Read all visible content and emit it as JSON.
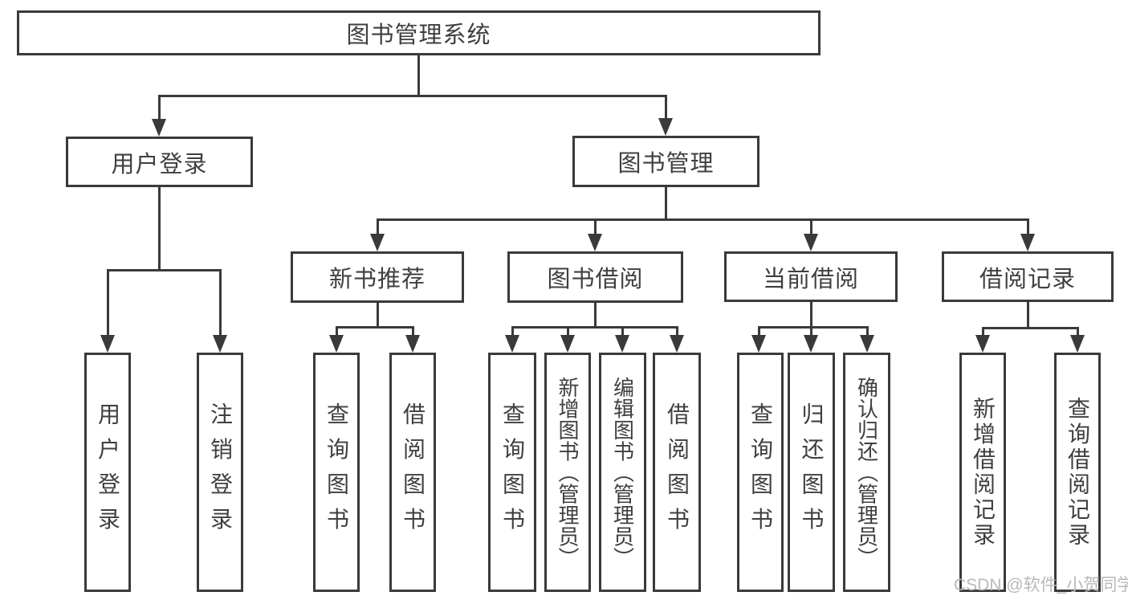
{
  "tree": {
    "label": "图书管理系统",
    "children": [
      {
        "label": "用户登录",
        "children": [
          {
            "label": "用户登录"
          },
          {
            "label": "注销登录"
          }
        ]
      },
      {
        "label": "图书管理",
        "children": [
          {
            "label": "新书推荐",
            "children": [
              {
                "label": "查询图书"
              },
              {
                "label": "借阅图书"
              }
            ]
          },
          {
            "label": "图书借阅",
            "children": [
              {
                "label": "查询图书"
              },
              {
                "label": "新增图书（管理员）"
              },
              {
                "label": "编辑图书（管理员）"
              },
              {
                "label": "借阅图书"
              }
            ]
          },
          {
            "label": "当前借阅",
            "children": [
              {
                "label": "查询图书"
              },
              {
                "label": "归还图书"
              },
              {
                "label": "确认归还（管理员）"
              }
            ]
          },
          {
            "label": "借阅记录",
            "children": [
              {
                "label": "新增借阅记录"
              },
              {
                "label": "查询借阅记录"
              }
            ]
          }
        ]
      }
    ]
  },
  "watermark": "CSDN @软件_小贺同学",
  "colors": {
    "line": "#3a3a3a",
    "text": "#3f3f3f",
    "watermark": "#b9b9b9",
    "background": "#ffffff"
  }
}
